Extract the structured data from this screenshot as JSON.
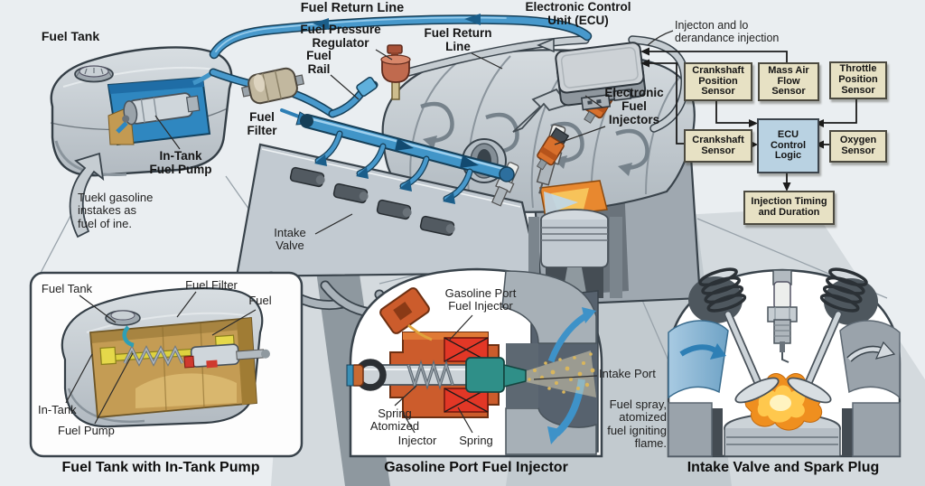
{
  "colors": {
    "background": "#eaeef1",
    "fuel_line_blue": "#4195c8",
    "fuel_line_outline": "#163f58",
    "sensor_box_fill": "#e7e1c4",
    "ecu_logic_box_fill": "#b9d2e2",
    "injector_orange": "#d8702c",
    "regulator_red": "#c06a4e",
    "fuel_tan": "#c49c54",
    "flame_orange": "#ef8f1f",
    "engine_gray": "#c6cdd2"
  },
  "main": {
    "labels": {
      "fuel_tank": "Fuel Tank",
      "fuel_return_line_top": "Fuel Return Line",
      "fuel_pressure_regulator": "Fuel Pressure\nRegulator",
      "fuel_return_line_mid": "Fuel Return\nLine",
      "fuel_rail": "Fuel\nRail",
      "fuel_filter": "Fuel\nFilter",
      "in_tank_fuel_pump": "In-Tank\nFuel Pump",
      "ecu_title": "Electronic Control\nUnit (ECU)",
      "ecu_note": "Injecton and lo\nderandance injection",
      "electronic_fuel_injectors": "Electronic\nFuel\nInjectors",
      "intake_valve": "Intake\nValve",
      "tank_note": "Tuekl gasoline\ninstakes as\nfuel of ine."
    }
  },
  "flowchart": {
    "crankshaft_position": "Crankshaft\nPosition\nSensor",
    "mass_air_flow": "Mass Air\nFlow\nSensor",
    "throttle_position": "Throttle\nPosition\nSensor",
    "crankshaft": "Crankshaft\nSensor",
    "ecu_logic": "ECU\nControl\nLogic",
    "oxygen": "Oxygen\nSensor",
    "injection_timing": "Injection Timing\nand Duration"
  },
  "inset_fuel_tank": {
    "labels": {
      "fuel_tank": "Fuel Tank",
      "fuel_filter": "Fuel Filter",
      "fuel": "Fuel",
      "in_tank": "In-Tank",
      "fuel_pump": "Fuel Pump"
    },
    "caption": "Fuel Tank with In-Tank Pump"
  },
  "inset_injector": {
    "labels": {
      "title": "Gasoline Port\nFuel Injector",
      "spring_atomized": "Spring\nAtomized",
      "injector": "Injector",
      "spring": "Spring",
      "intake_port": "Intake Port",
      "fuel_spray": "Fuel spray,\natomized\nfuel igniting\nflame."
    },
    "caption": "Gasoline Port Fuel Injector"
  },
  "inset_valve": {
    "caption": "Intake Valve and Spark Plug"
  }
}
